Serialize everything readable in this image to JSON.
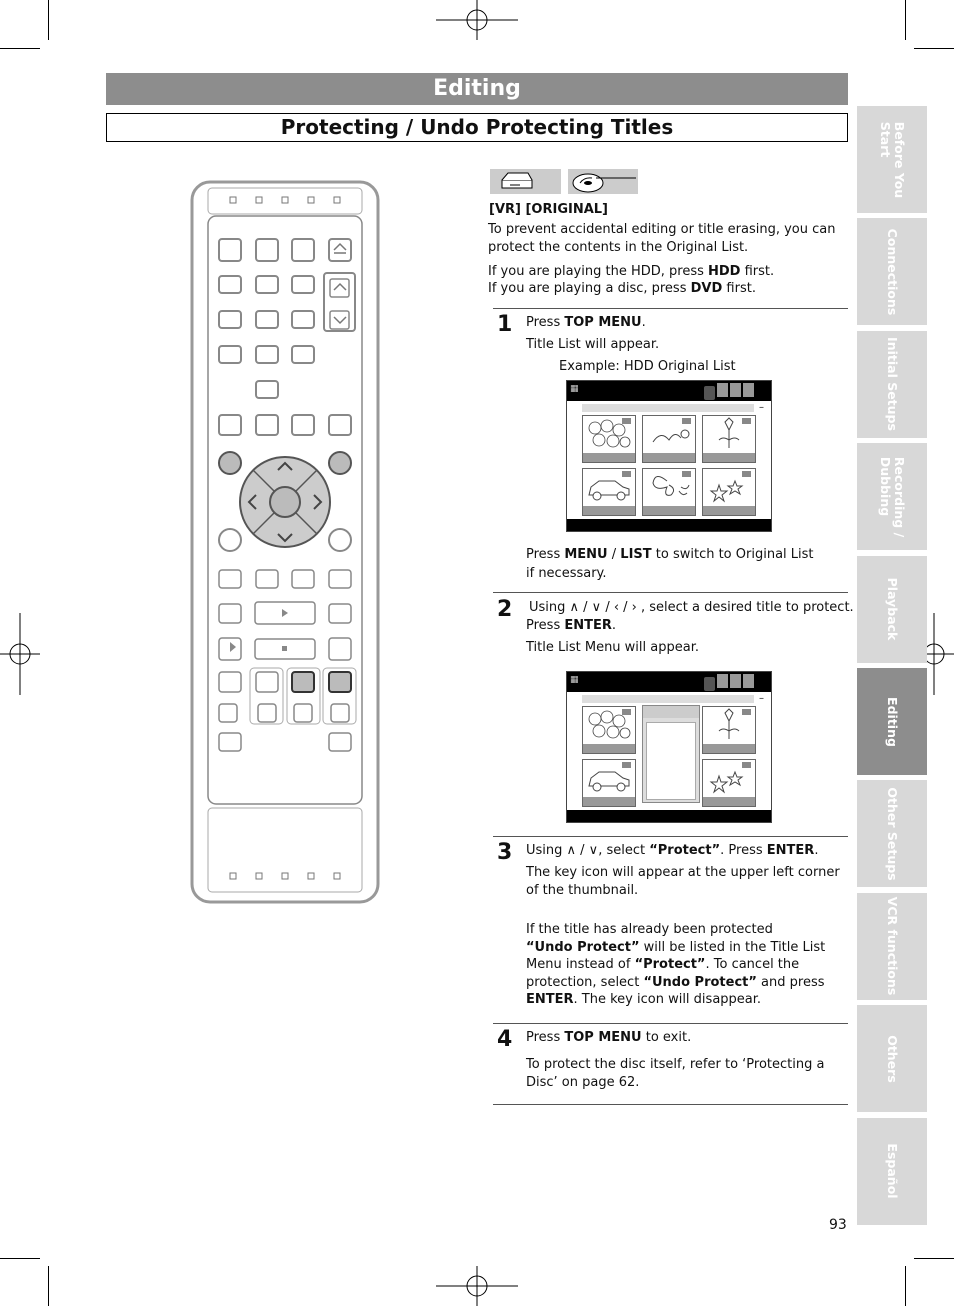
{
  "header": {
    "section": "Editing",
    "title": "Protecting / Undo Protecting Titles"
  },
  "side_tabs": [
    {
      "label": "Before You\nStart",
      "active": false
    },
    {
      "label": "Connections",
      "active": false
    },
    {
      "label": "Initial Setups",
      "active": false
    },
    {
      "label": "Recording /\nDubbing",
      "active": false
    },
    {
      "label": "Playback",
      "active": false
    },
    {
      "label": "Editing",
      "active": true
    },
    {
      "label": "Other Setups",
      "active": false
    },
    {
      "label": "VCR functions",
      "active": false
    },
    {
      "label": "Others",
      "active": false
    },
    {
      "label": "Español",
      "active": false
    }
  ],
  "media_icons": [
    "hdd-icon",
    "dvd-disc-icon"
  ],
  "intro": {
    "mode": "[VR] [ORIGINAL]",
    "p1": "To prevent accidental editing or title erasing, you can protect the contents in the Original List.",
    "p2a_pre": "If you are playing the HDD, press ",
    "p2a_key": "HDD",
    "p2a_post": " first.",
    "p2b_pre": "If you are playing a disc, press ",
    "p2b_key": "DVD",
    "p2b_post": " first."
  },
  "steps": [
    {
      "num": "1",
      "pre": "Press ",
      "key": "TOP MENU",
      "post": ".",
      "line2": "Title List will appear.",
      "example": "Example: HDD Original List",
      "after_pre": "Press ",
      "after_key1": "MENU",
      "after_mid": " / ",
      "after_key2": "LIST",
      "after_post": " to switch to Original List",
      "after_line2": "if necessary."
    },
    {
      "num": "2",
      "line1": "Using ∧ / ∨ / ‹ / › , select a desired title to protect.",
      "pre": "Press ",
      "key": "ENTER",
      "post": ".",
      "line3": "Title List Menu will appear."
    },
    {
      "num": "3",
      "pre": "Using ∧ / ∨, select ",
      "q": "“Protect”",
      "mid": ". Press ",
      "key": "ENTER",
      "post": ".",
      "line2": "The key icon will appear at the upper left corner of the thumbnail.",
      "note_a": "If the title has already been protected",
      "note_b_q": "“Undo Protect”",
      "note_b_post": " will be listed in the Title List",
      "note_c_pre": "Menu instead of ",
      "note_c_q": "“Protect”",
      "note_c_post": ". To cancel the",
      "note_d_pre": "protection, select ",
      "note_d_q": "“Undo Protect”",
      "note_d_post": " and press",
      "note_e_key": "ENTER",
      "note_e_post": ". The key icon will disappear."
    },
    {
      "num": "4",
      "pre": "Press ",
      "key": "TOP MENU",
      "post": " to exit.",
      "line2": "To protect the disc itself, refer to ‘Protecting a Disc’ on  page 62."
    }
  ],
  "page_number": "93"
}
